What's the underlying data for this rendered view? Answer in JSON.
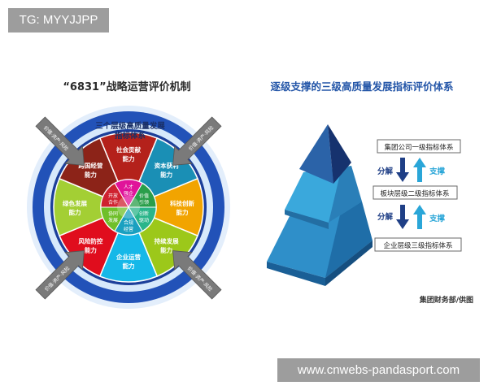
{
  "tag": "TG: MYYJJPP",
  "watermark": "www.cnwebs-pandasport.com",
  "left": {
    "title": "“6831”战略运营评价机制",
    "ring_label": [
      "三个层级高质量发展",
      "指标体系"
    ],
    "arrows": [
      "价值·资产·风险",
      "价值·资产·风险",
      "价值·资产·风险",
      "价值·资产·风险"
    ],
    "segments": [
      [
        "社会贡献",
        "能力"
      ],
      [
        "资本获利",
        "能力"
      ],
      [
        "科技创新",
        "能力"
      ],
      [
        "持续发展",
        "能力"
      ],
      [
        "企业运营",
        "能力"
      ],
      [
        "风险防控",
        "能力"
      ],
      [
        "绿色发展",
        "能力"
      ],
      [
        "跨国经营",
        "能力"
      ]
    ],
    "inner": [
      [
        "人才",
        "强企"
      ],
      [
        "价值",
        "引领"
      ],
      [
        "创新",
        "驱动"
      ],
      [
        "合规",
        "经营"
      ],
      [
        "协同",
        "发展"
      ],
      [
        "开放",
        "合作"
      ]
    ]
  },
  "right": {
    "title": "逐级支撑的三级高质量发展指标评价体系",
    "levels": [
      "集团公司一级指标体系",
      "板块层级二级指标体系",
      "企业层级三级指标体系"
    ],
    "down_label": "分解",
    "up_label": "支撑",
    "credit": "集团财务部/供图"
  },
  "colors": {
    "ring_outer": "#1f4fb5",
    "ring_light": "#cfe4fb",
    "segments": [
      "#b4211b",
      "#1a8fb5",
      "#f2a400",
      "#9cc81a",
      "#16b8e8",
      "#e00d1d",
      "#a3cf34",
      "#8c2318"
    ],
    "inner": [
      "#e0139a",
      "#2a9e4a",
      "#2ab58a",
      "#1aa0c0",
      "#6fbf2a",
      "#cf2230"
    ],
    "pyramid_top": "#1b3c7a",
    "pyramid_mid": "#2876b8",
    "pyramid_bottom": "#35a3d8",
    "arrow_down": "#1f3f86",
    "arrow_up": "#2aa6d8"
  }
}
